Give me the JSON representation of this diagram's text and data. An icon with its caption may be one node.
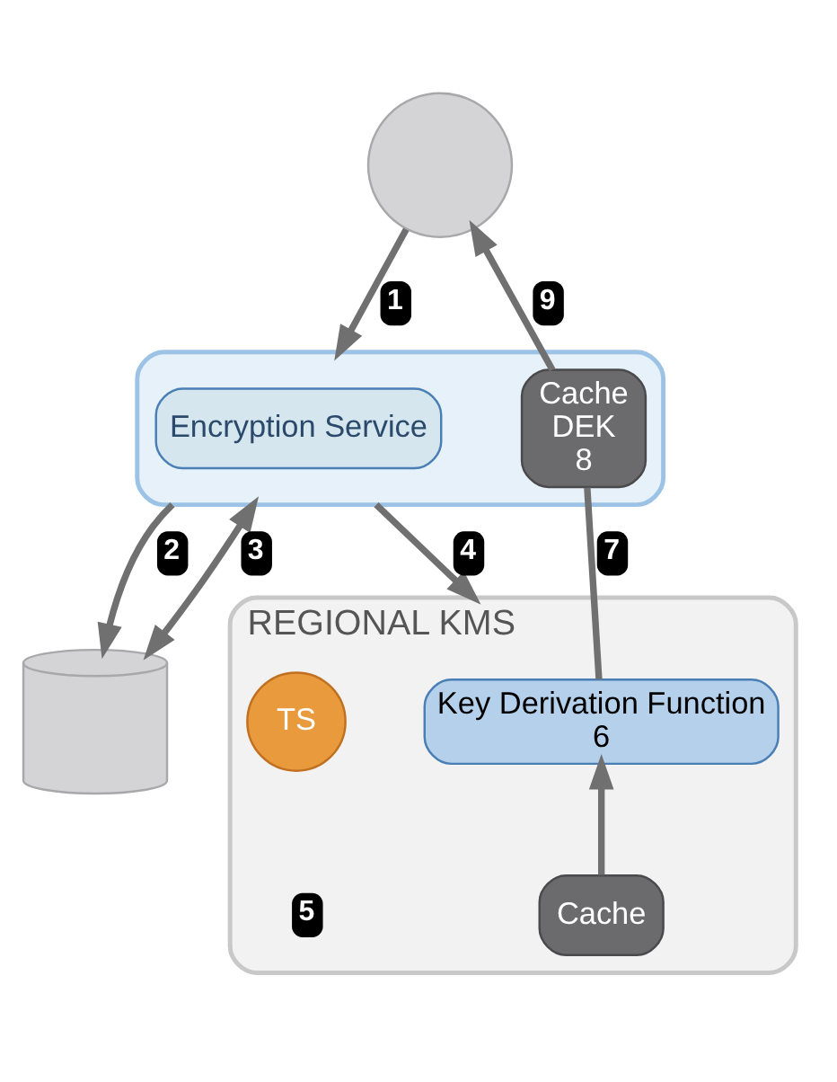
{
  "diagram": {
    "nodes": [
      {
        "text": [],
        "shape": "circle"
      },
      {
        "text": [],
        "shape": "box"
      },
      {
        "text": [
          "Encryption Service"
        ],
        "in": 1
      },
      {
        "text": [
          "Cache",
          "DEK",
          "8"
        ],
        "in": 1
      },
      {
        "text": [],
        "shape": "cylinder"
      },
      {
        "text": [
          "REGIONAL KMS"
        ]
      },
      {
        "text": [
          "Key Derivation Function",
          "6"
        ],
        "in": 5
      },
      {
        "text": [
          "TS"
        ],
        "in": 5
      },
      {
        "text": [
          "Cache"
        ],
        "in": 5
      }
    ],
    "edges": [
      {
        "from": 0,
        "to": 1,
        "arrow": "to",
        "label": "1"
      },
      {
        "from": 1,
        "to": 4,
        "arrow": "to",
        "label": "2"
      },
      {
        "from": 1,
        "to": 4,
        "arrow": "both",
        "label": "3"
      },
      {
        "from": 1,
        "to": 5,
        "arrow": "to",
        "label": "4"
      },
      {
        "from": 6,
        "to": 3,
        "arrow": "none",
        "label": "7"
      },
      {
        "from": 3,
        "to": 0,
        "arrow": "to",
        "label": "9"
      },
      {
        "from": 8,
        "to": 6,
        "arrow": "to"
      }
    ],
    "labels": [
      "5"
    ]
  }
}
